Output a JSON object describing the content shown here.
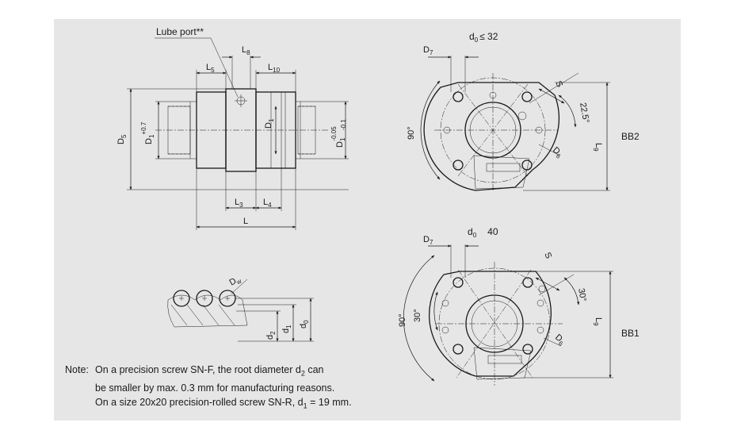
{
  "side_view": {
    "lube_port": "Lube port**",
    "L8": {
      "main": "L",
      "sub": "8"
    },
    "L5": {
      "main": "L",
      "sub": "5"
    },
    "L10": {
      "main": "L",
      "sub": "10"
    },
    "L3": {
      "main": "L",
      "sub": "3"
    },
    "L4": {
      "main": "L",
      "sub": "4"
    },
    "L": "L",
    "D5": {
      "main": "D",
      "sub": "5"
    },
    "D1_tol": {
      "main": "D",
      "sub": "1",
      "sup": "+0.7"
    },
    "D1": {
      "main": "D",
      "sub": "1"
    },
    "D1_tol2": {
      "main": "D",
      "sub": "1",
      "sup": "-0.05",
      "sub2": "-0.1"
    }
  },
  "bb2": {
    "title_main": "d",
    "title_sub": "0",
    "title_rest": "≤ 32",
    "D7": {
      "main": "D",
      "sub": "7"
    },
    "S": "S",
    "angle_small": "22.5°",
    "angle_big": "90°",
    "D6": {
      "main": "D",
      "sub": "6"
    },
    "L9": {
      "main": "L",
      "sub": "9"
    },
    "label": "BB2"
  },
  "bb1": {
    "title_main": "d",
    "title_sub": "0",
    "title_rest": "40",
    "D7": {
      "main": "D",
      "sub": "7"
    },
    "S": "S",
    "angle_30a": "30°",
    "angle_30b": "30°",
    "angle_big": "90°",
    "D6": {
      "main": "D",
      "sub": "6"
    },
    "L9": {
      "main": "L",
      "sub": "9"
    },
    "label": "BB1"
  },
  "thread_detail": {
    "Dw": {
      "main": "D",
      "sub": "w"
    },
    "d2": {
      "main": "d",
      "sub": "2"
    },
    "d1": {
      "main": "d",
      "sub": "1"
    },
    "d0": {
      "main": "d",
      "sub": "0"
    }
  },
  "note": {
    "head": "Note:",
    "line1_a": "On a precision screw SN-F, the root diameter d",
    "line1_sub": "2",
    "line1_b": " can",
    "line2": "be smaller by max. 0.3 mm for manufacturing reasons.",
    "line3_a": "On a size 20x20 precision-rolled screw SN-R, d",
    "line3_sub": "1",
    "line3_b": " = 19 mm."
  }
}
